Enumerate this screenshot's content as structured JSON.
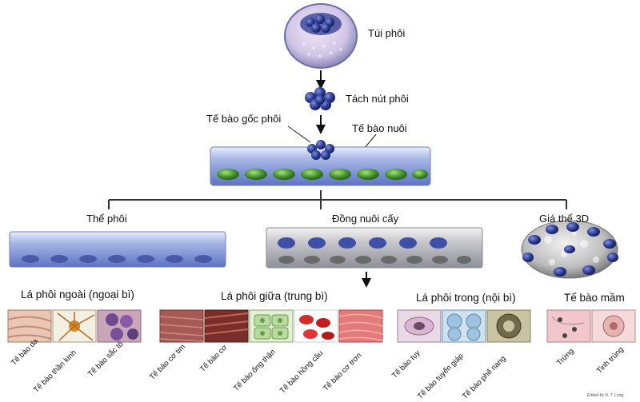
{
  "labels": {
    "blastocyst": "Túi phôi",
    "inner_cell_mass": "Tách nút phôi",
    "es_cell": "Tế bào gốc phôi",
    "feeder_cell": "Tế bào nuôi",
    "embryoid": "Thể phôi",
    "coculture": "Đồng nuôi cấy",
    "scaffold": "Giá thể 3D"
  },
  "sections": {
    "ectoderm": "Lá phôi ngoài (ngoại bì)",
    "mesoderm": "Lá phôi giữa (trung bì)",
    "endoderm": "Lá phôi trong (nội bì)",
    "germ": "Tế bào mầm"
  },
  "cells": {
    "ectoderm": [
      "Tế bào da",
      "Tế bào thần kinh",
      "Tế bào sắc tố"
    ],
    "mesoderm": [
      "Tế bào cơ tim",
      "Tế bào cơ",
      "Tế bào ống thận",
      "Tế bào hồng cầu",
      "Tế bào cơ trơn"
    ],
    "endoderm": [
      "Tế bào tụy",
      "Tế bào tuyến giáp",
      "Tế bào phế nang"
    ],
    "germ": [
      "Trứng",
      "Tinh trùng"
    ]
  },
  "credit": "Edited by N. T. Lung",
  "colors": {
    "cluster": "#2b3a8f",
    "feeder": "#3f8f2a",
    "dish_top": "#a9b8e6",
    "dish_bottom": "#5d73c4",
    "line": "#333333"
  }
}
